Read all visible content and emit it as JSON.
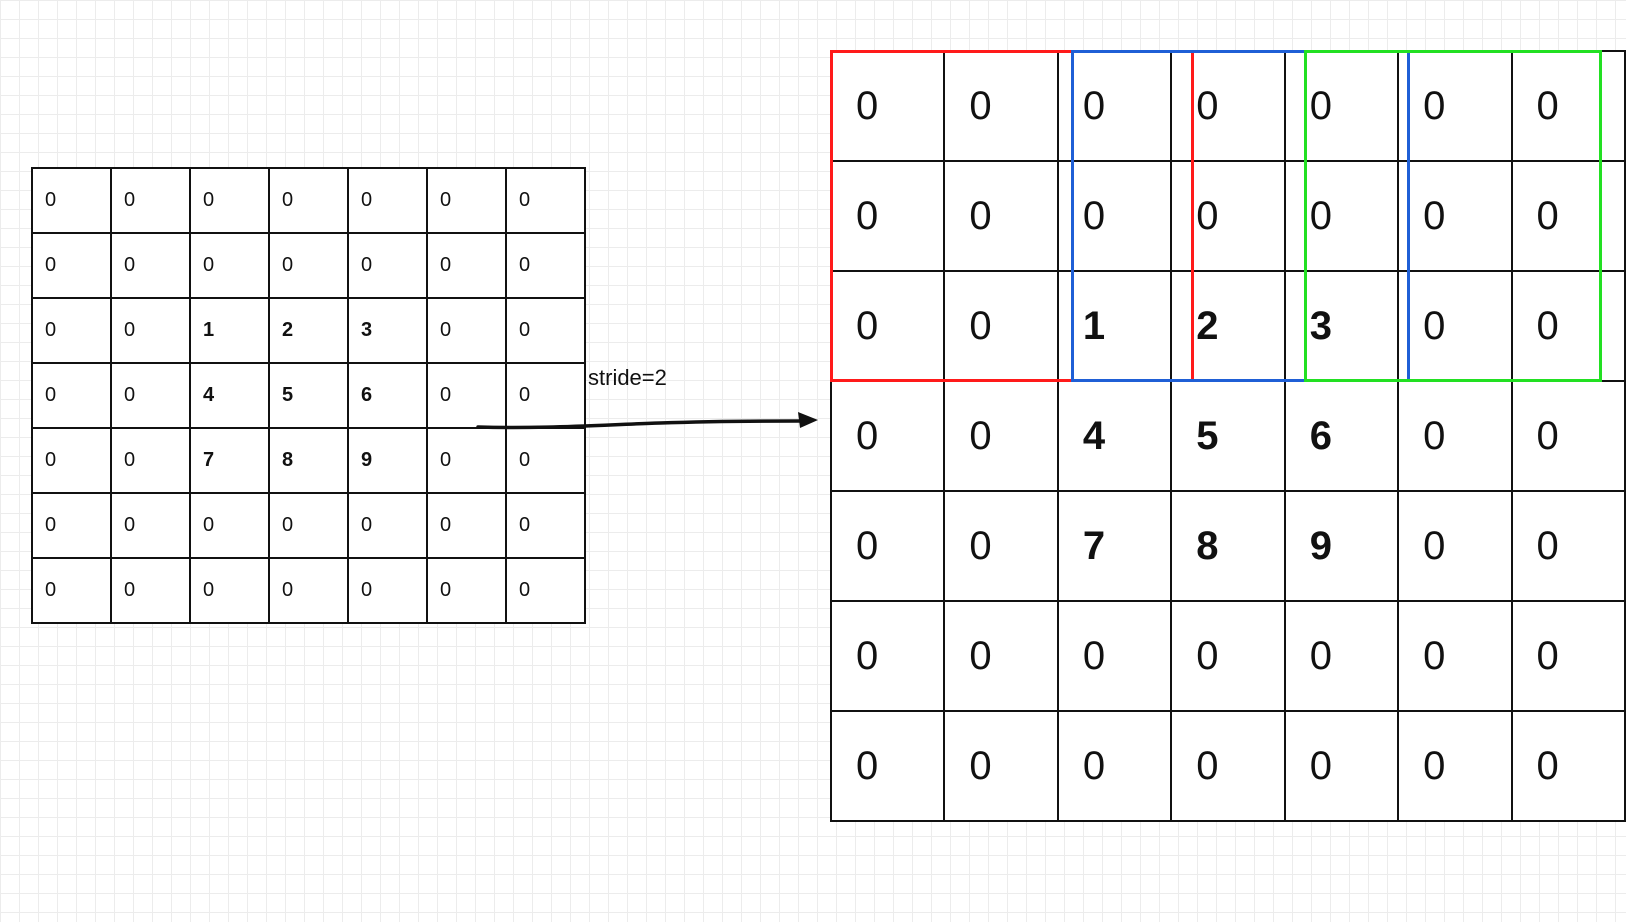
{
  "input_grid": [
    [
      "0",
      "0",
      "0",
      "0",
      "0",
      "0",
      "0"
    ],
    [
      "0",
      "0",
      "0",
      "0",
      "0",
      "0",
      "0"
    ],
    [
      "0",
      "0",
      "1",
      "2",
      "3",
      "0",
      "0"
    ],
    [
      "0",
      "0",
      "4",
      "5",
      "6",
      "0",
      "0"
    ],
    [
      "0",
      "0",
      "7",
      "8",
      "9",
      "0",
      "0"
    ],
    [
      "0",
      "0",
      "0",
      "0",
      "0",
      "0",
      "0"
    ],
    [
      "0",
      "0",
      "0",
      "0",
      "0",
      "0",
      "0"
    ]
  ],
  "output_grid": [
    [
      "0",
      "0",
      "0",
      "0",
      "0",
      "0",
      "0"
    ],
    [
      "0",
      "0",
      "0",
      "0",
      "0",
      "0",
      "0"
    ],
    [
      "0",
      "0",
      "1",
      "2",
      "3",
      "0",
      "0"
    ],
    [
      "0",
      "0",
      "4",
      "5",
      "6",
      "0",
      "0"
    ],
    [
      "0",
      "0",
      "7",
      "8",
      "9",
      "0",
      "0"
    ],
    [
      "0",
      "0",
      "0",
      "0",
      "0",
      "0",
      "0"
    ],
    [
      "0",
      "0",
      "0",
      "0",
      "0",
      "0",
      "0"
    ]
  ],
  "arrow_label": "stride=2",
  "windows": [
    {
      "name": "red",
      "color": "#ff1a1a"
    },
    {
      "name": "blue",
      "color": "#1f5fd6"
    },
    {
      "name": "green",
      "color": "#22e022"
    }
  ]
}
